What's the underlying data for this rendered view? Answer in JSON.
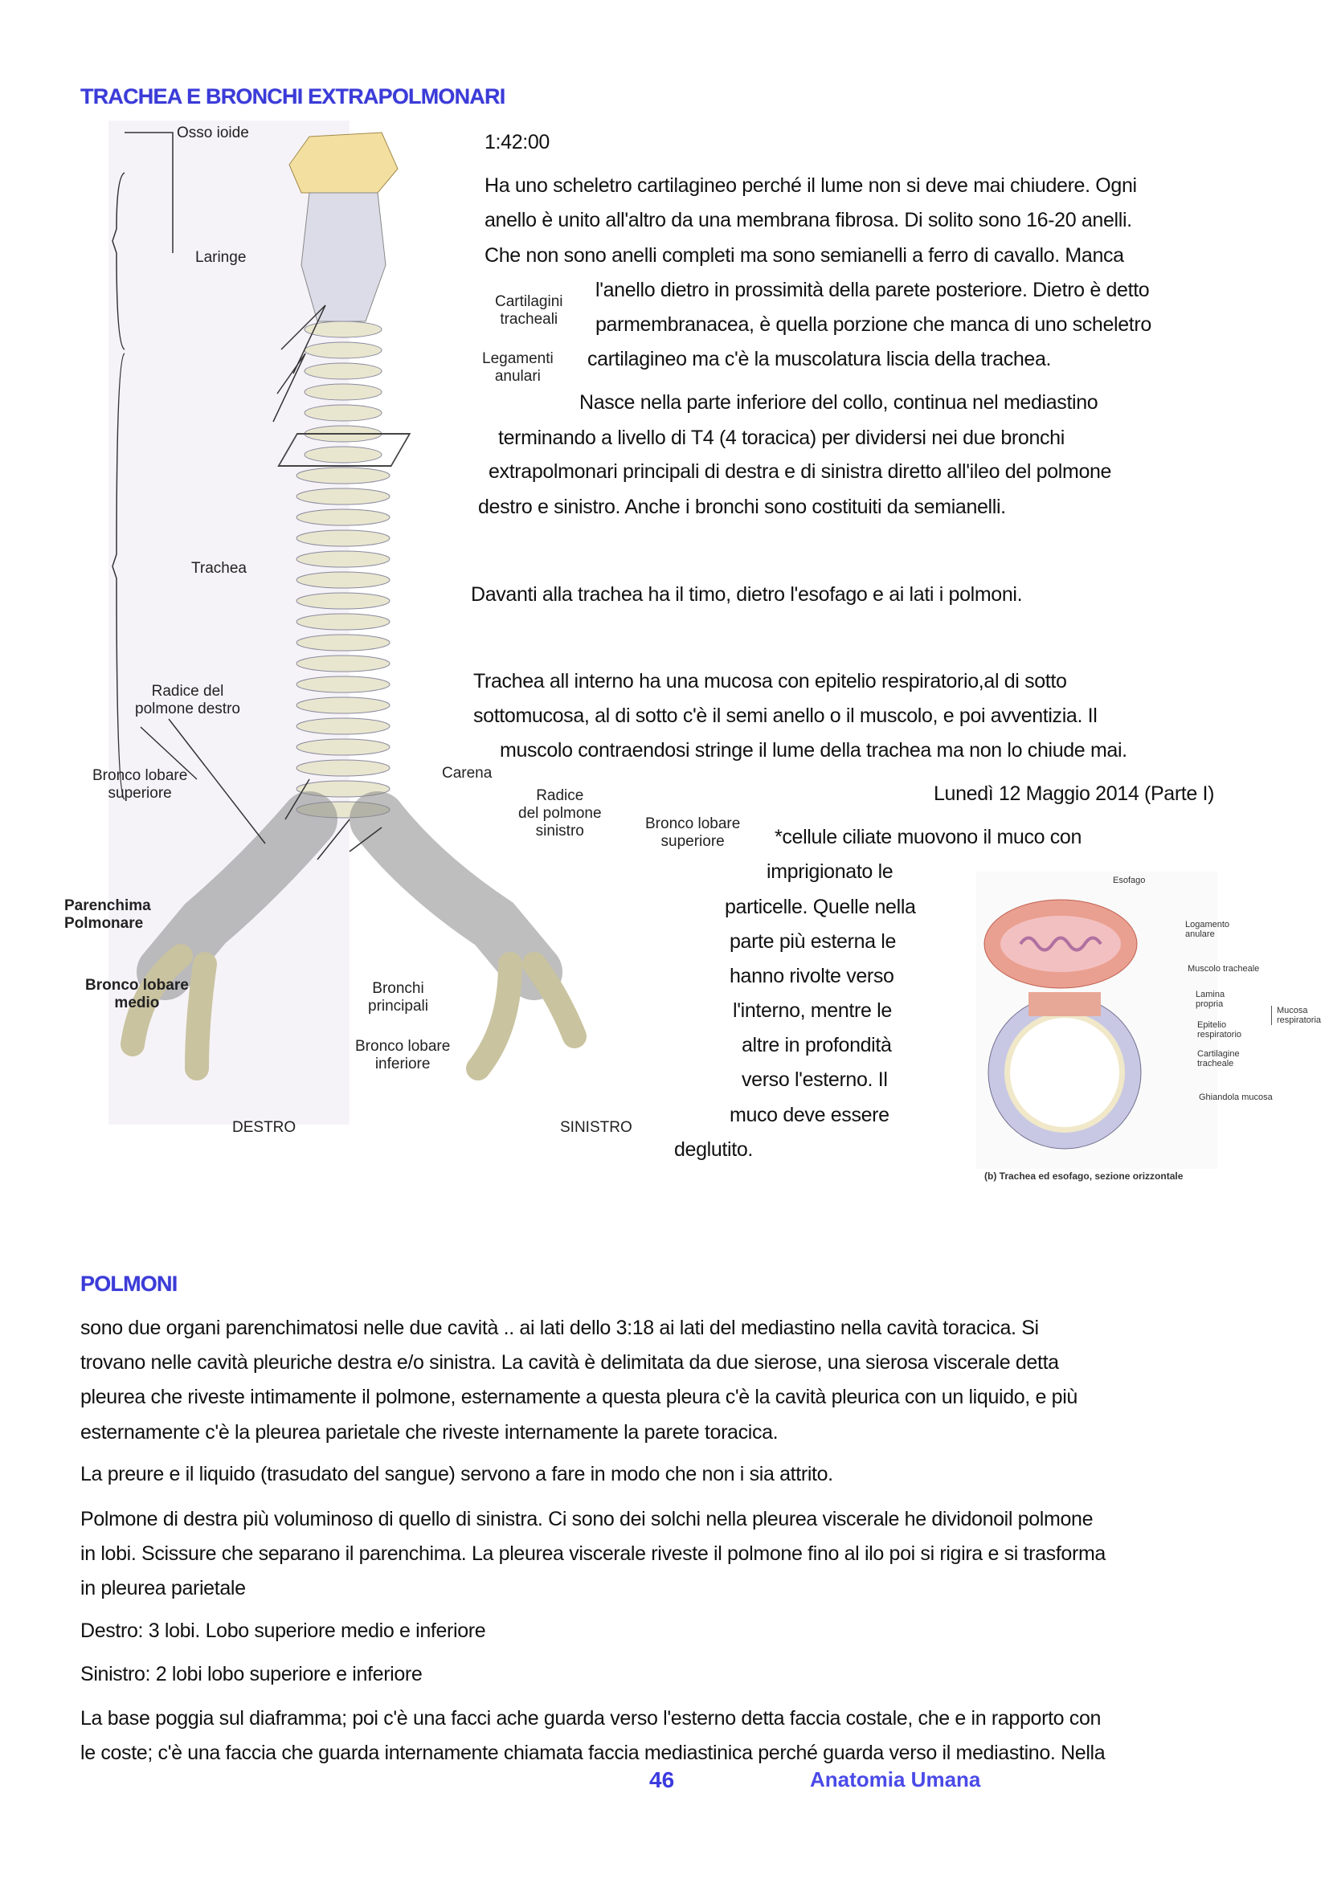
{
  "section1": {
    "heading": "TRACHEA E BRONCHI EXTRAPOLMONARI",
    "timestamp": "1:42:00",
    "lines": [
      "Ha uno scheletro cartilagineo perché il lume non si deve mai chiudere. Ogni",
      "anello è unito all'altro da una membrana fibrosa. Di solito sono 16-20 anelli.",
      "Che non sono anelli completi ma sono semianelli a ferro di cavallo. Manca",
      "l'anello dietro in prossimità della parete posteriore. Dietro è detto",
      "parmembranacea, è quella porzione che manca di uno scheletro",
      "cartilagineo ma c'è la muscolatura liscia della trachea.",
      "Nasce nella parte inferiore del collo, continua nel mediastino",
      "terminando a livello di T4 (4 toracica) per dividersi nei due bronchi",
      "extrapolmonari principali di destra e di sinistra diretto all'ileo del polmone",
      "destro e sinistro. Anche i bronchi sono costituiti da semianelli.",
      "Davanti alla trachea ha il timo, dietro l'esofago e ai lati i polmoni.",
      "Trachea all interno ha una mucosa con epitelio respiratorio,al di sotto",
      "sottomucosa, al di sotto c'è il semi anello o il muscolo, e poi avventizia. Il",
      "muscolo contraendosi stringe il lume della trachea ma non lo chiude mai.",
      "Lunedì 12 Maggio 2014 (Parte I)",
      "*cellule ciliate muovono il muco con",
      "imprigionato le",
      "particelle. Quelle nella",
      "parte più esterna le",
      "hanno rivolte verso",
      "l'interno, mentre le",
      "altre in profondità",
      "verso l'esterno. Il",
      "muco deve essere",
      "deglutito."
    ]
  },
  "figure1": {
    "labels": {
      "osso_ioide": "Osso ioide",
      "laringe": "Laringe",
      "cartilagini": "Cartilagini",
      "tracheali": "tracheali",
      "legamenti": "Legamenti",
      "anulari": "anulari",
      "trachea": "Trachea",
      "radice_dx_1": "Radice del",
      "radice_dx_2": "polmone destro",
      "carena": "Carena",
      "radice_sx_1": "Radice",
      "radice_sx_2": "del polmone",
      "radice_sx_3": "sinistro",
      "bls_r_1": "Bronco lobare",
      "bls_r_2": "superiore",
      "bls_l_1": "Bronco lobare",
      "bls_l_2": "superiore",
      "parenchima_1": "Parenchima",
      "parenchima_2": "Polmonare",
      "blm_1": "Bronco lobare",
      "blm_2": "medio",
      "bp_1": "Bronchi",
      "bp_2": "principali",
      "bli_1": "Bronco lobare",
      "bli_2": "inferiore",
      "destro": "DESTRO",
      "sinistro": "SINISTRO"
    }
  },
  "figure2": {
    "labels": {
      "esofago": "Esofago",
      "logamento_1": "Logamento",
      "logamento_2": "anulare",
      "muscolo": "Muscolo tracheale",
      "lamina_1": "Lamina",
      "lamina_2": "propria",
      "epitelio_1": "Epitelio",
      "epitelio_2": "respiratorio",
      "cartilagine_1": "Cartilagine",
      "cartilagine_2": "tracheale",
      "ghiandola": "Ghiandola mucosa",
      "mucosa_1": "Mucosa",
      "mucosa_2": "respiratoria"
    },
    "caption": "(b) Trachea ed esofago, sezione orizzontale"
  },
  "section2": {
    "heading": "POLMONI",
    "lines": [
      "sono due organi parenchimatosi nelle due cavità .. ai lati dello  3:18 ai lati del mediastino nella cavità toracica. Si",
      "trovano nelle cavità pleuriche destra e/o sinistra. La cavità è delimitata da due sierose, una sierosa viscerale detta",
      "pleurea che riveste intimamente il polmone, esternamente a questa pleura c'è la cavità pleurica con un liquido, e più",
      "esternamente c'è la pleurea parietale che riveste internamente la parete toracica.",
      "La preure e il liquido (trasudato del sangue) servono a fare in modo che non i sia attrito.",
      "Polmone di destra più voluminoso di quello di sinistra. Ci sono dei solchi nella pleurea viscerale he dividonoil polmone",
      "in lobi. Scissure che separano il parenchima. La pleurea viscerale riveste il polmone fino al ilo poi si rigira e si trasforma",
      "in pleurea parietale",
      "Destro: 3 lobi. Lobo superiore medio e inferiore",
      "Sinistro: 2 lobi lobo superiore e inferiore",
      "La base poggia sul diaframma; poi c'è una facci ache guarda verso l'esterno detta faccia costale, che e in rapporto con",
      "le coste; c'è una faccia che guarda internamente chiamata faccia mediastinica perché guarda verso il mediastino. Nella"
    ]
  },
  "footer": {
    "page": "46",
    "title": "Anatomia Umana"
  }
}
